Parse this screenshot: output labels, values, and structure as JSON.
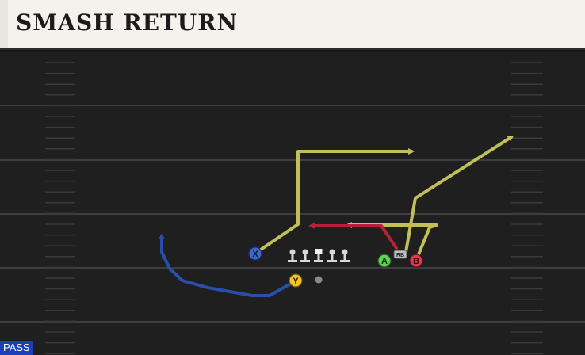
{
  "play": {
    "title": "SMASH RETURN"
  },
  "play_type": "PASS",
  "players": {
    "X": {
      "label": "X",
      "color": "#3f66c6"
    },
    "Y": {
      "label": "Y",
      "color": "#f2c230"
    },
    "A": {
      "label": "A",
      "color": "#5fcf56"
    },
    "B": {
      "label": "B",
      "color": "#de3b4f"
    },
    "RB": {
      "label": "RB",
      "color": "#bfbfbf"
    }
  },
  "route_colors": {
    "yellow": "#c2be5a",
    "red": "#b5213a",
    "blue": "#2b4fa8"
  },
  "field_colors": {
    "background": "#1f1f20",
    "yard_line": "#3e3e40",
    "hash": "#3a3a3c"
  }
}
